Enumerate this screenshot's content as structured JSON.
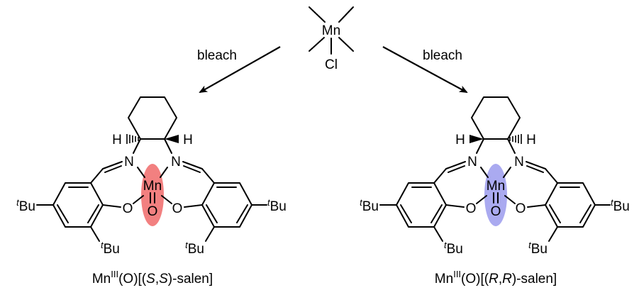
{
  "top": {
    "metal": "Mn",
    "ligand": "Cl"
  },
  "arrows": {
    "left": "bleach",
    "right": "bleach"
  },
  "atoms": {
    "N": "N",
    "O": "O",
    "Mn": "Mn",
    "H": "H",
    "tBu_sup": "t",
    "tBu_base": "Bu"
  },
  "highlights": {
    "left": "#f28080",
    "right": "#aaaaf0"
  },
  "captions": {
    "left": {
      "pre": "Mn",
      "sup": "III",
      "mid": "(O)[(",
      "it1": "S",
      "comma": ",",
      "it2": "S",
      "post": ")-salen]"
    },
    "right": {
      "pre": "Mn",
      "sup": "III",
      "mid": "(O)[(",
      "it1": "R",
      "comma": ",",
      "it2": "R",
      "post": ")-salen]"
    }
  }
}
